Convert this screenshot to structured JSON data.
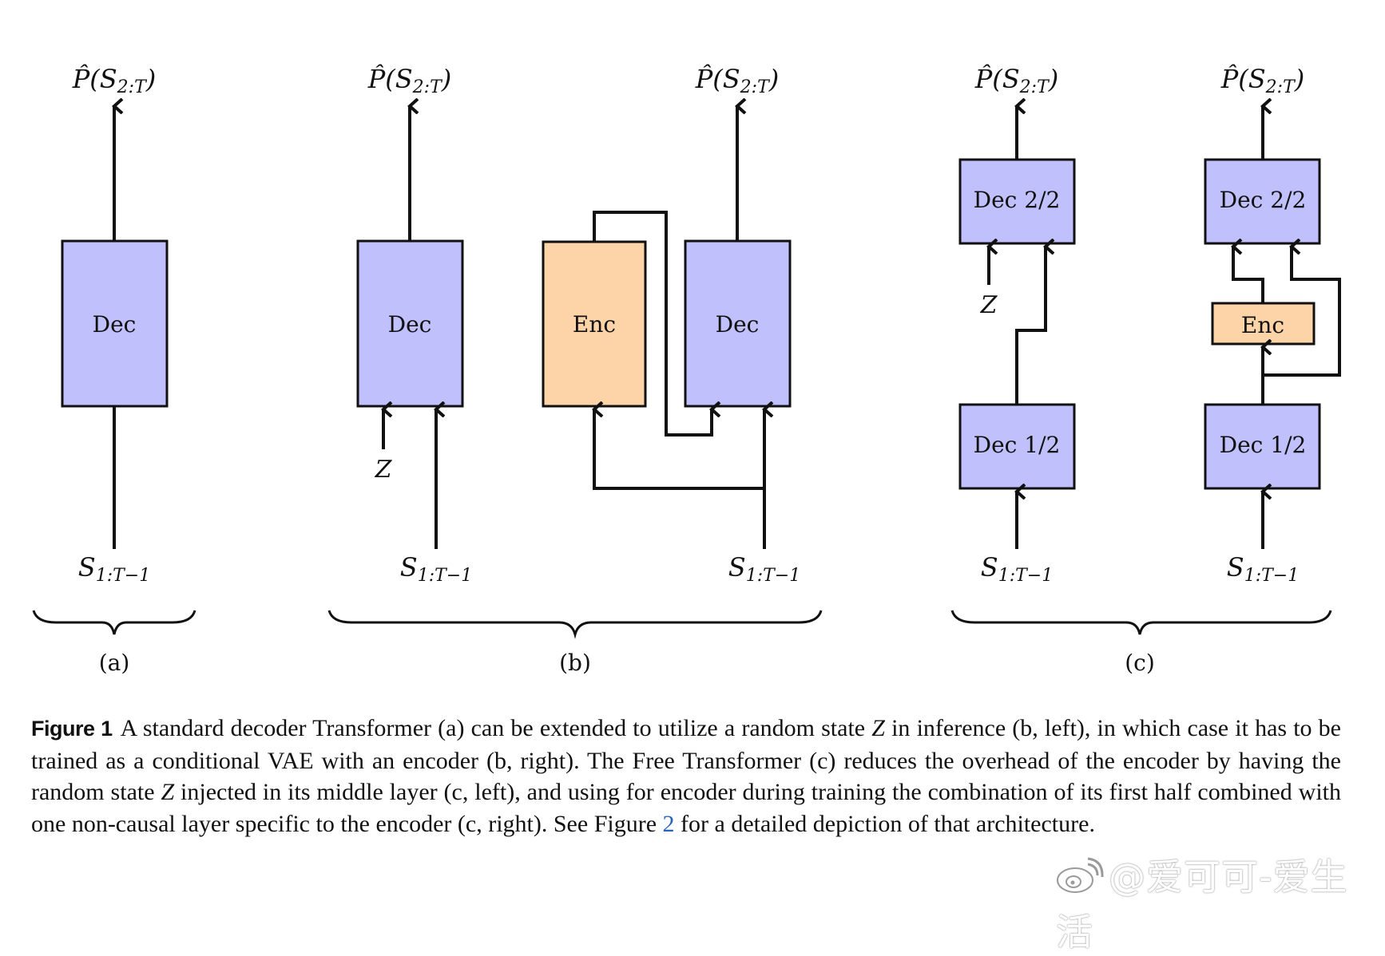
{
  "colors": {
    "decoder_fill": "#c0c0fc",
    "encoder_fill": "#fdd3a8",
    "stroke": "#111111",
    "link": "#2a62b8"
  },
  "labels": {
    "output": "P̂(S",
    "output_sub": "2:T",
    "output_close": ")",
    "input": "S",
    "input_sub": "1:T−1",
    "z": "Z"
  },
  "panels": [
    {
      "id": "a",
      "label": "(a)"
    },
    {
      "id": "b",
      "label": "(b)"
    },
    {
      "id": "c",
      "label": "(c)"
    }
  ],
  "blocks": {
    "a_dec": "Dec",
    "b_left_dec": "Dec",
    "b_right_enc": "Enc",
    "b_right_dec": "Dec",
    "c_left_dec2": "Dec 2/2",
    "c_left_dec1": "Dec 1/2",
    "c_right_dec2": "Dec 2/2",
    "c_right_enc": "Enc",
    "c_right_dec1": "Dec 1/2"
  },
  "caption": {
    "figure_label": "Figure 1",
    "part1": "A standard decoder Transformer (a) can be extended to utilize a random state ",
    "z1": "Z",
    "part2": " in inference (b, left), in which case it has to be trained as a conditional VAE with an encoder (b, right). The Free Transformer (c) reduces the overhead of the encoder by having the random state ",
    "z2": "Z",
    "part3": " injected in its middle layer (c, left), and using for encoder during training the combination of its first half combined with one non-causal layer specific to the encoder (c, right). See Figure ",
    "figure_ref": "2",
    "part4": " for a detailed depiction of that architecture."
  },
  "watermark": {
    "icon": "weibo-icon",
    "text": "@爱可可-爱生活"
  }
}
